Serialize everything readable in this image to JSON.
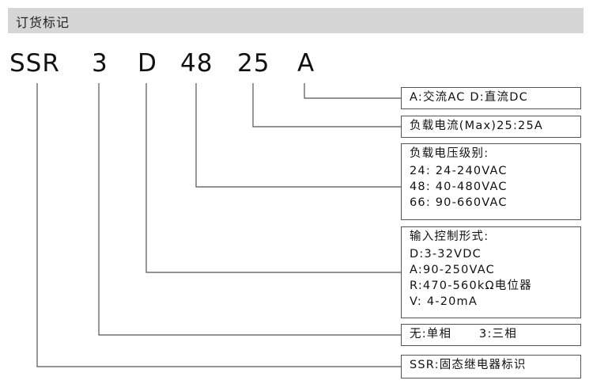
{
  "header": {
    "title": "订货标记"
  },
  "code": {
    "part1": "SSR",
    "part2": "3",
    "part3": "D",
    "part4": "48",
    "part5": "25",
    "part6": "A"
  },
  "boxes": {
    "current_type": {
      "line1": "A:交流AC D:直流DC"
    },
    "load_current": {
      "line1": "负载电流(Max)25:25A"
    },
    "load_voltage": {
      "title": "负载电压级别:",
      "line1": "24: 24-240VAC",
      "line2": "48: 40-480VAC",
      "line3": "66: 90-660VAC"
    },
    "input_control": {
      "title": "输入控制形式:",
      "line1": "D:3-32VDC",
      "line2": "A:90-250VAC",
      "line3": "R:470-560kΩ电位器",
      "line4": "V: 4-20mA"
    },
    "phase": {
      "line1": "无:单相      3:三相"
    },
    "ssr_mark": {
      "line1": "SSR:固态继电器标识"
    }
  },
  "colors": {
    "header_bg": "#d6d6d6",
    "line": "#555555",
    "text": "#111111"
  }
}
